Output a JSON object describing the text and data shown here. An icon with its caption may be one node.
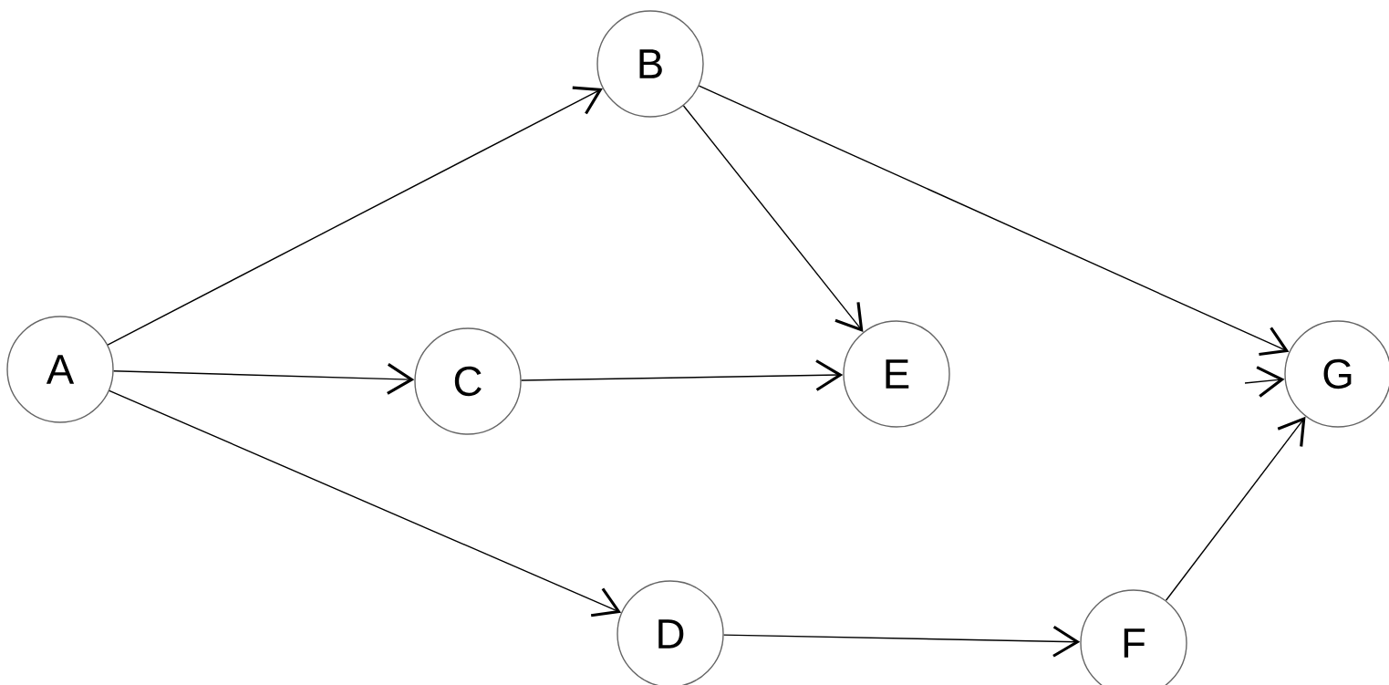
{
  "diagram": {
    "nodes": [
      {
        "text": [
          "A"
        ]
      },
      {
        "text": [
          "B"
        ]
      },
      {
        "text": [
          "C"
        ]
      },
      {
        "text": [
          "D"
        ]
      },
      {
        "text": [
          "E"
        ]
      },
      {
        "text": [
          "F"
        ]
      },
      {
        "text": [
          "G"
        ]
      }
    ],
    "edges": [
      {
        "from": 0,
        "to": 1,
        "arrow": "to"
      },
      {
        "from": 0,
        "to": 2,
        "arrow": "to"
      },
      {
        "from": 0,
        "to": 3,
        "arrow": "to"
      },
      {
        "from": 1,
        "to": 4,
        "arrow": "to"
      },
      {
        "from": 1,
        "to": 6,
        "arrow": "to"
      },
      {
        "from": 2,
        "to": 4,
        "arrow": "to"
      },
      {
        "from": null,
        "to": 6,
        "arrow": "to"
      },
      {
        "from": 3,
        "to": 5,
        "arrow": "to"
      },
      {
        "from": 5,
        "to": 6,
        "arrow": "to"
      }
    ]
  }
}
